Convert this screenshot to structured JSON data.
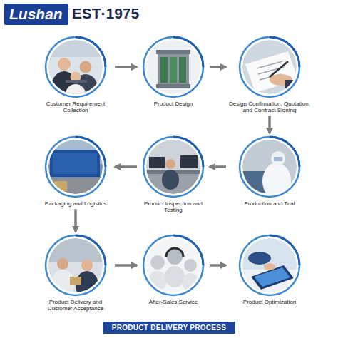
{
  "diagram": {
    "caption": "PRODUCT DELIVERY PROCESS",
    "nodes": [
      {
        "text": [
          "Customer Requirement Collection"
        ]
      },
      {
        "text": [
          "Product Design"
        ]
      },
      {
        "text": [
          "Design Confirmation, Quotation, and Contract Signing"
        ]
      },
      {
        "text": [
          "Packaging and Logistics"
        ]
      },
      {
        "text": [
          "Product Inspection and Testing"
        ]
      },
      {
        "text": [
          "Production and Trial"
        ]
      },
      {
        "text": [
          "Product Delivery and Customer Acceptance"
        ]
      },
      {
        "text": [
          "After-Sales Service"
        ]
      },
      {
        "text": [
          "Product Optimization"
        ]
      }
    ],
    "edges": [
      {
        "from": 0,
        "to": 1,
        "arrow": "to"
      },
      {
        "from": 1,
        "to": 2,
        "arrow": "to"
      },
      {
        "from": 2,
        "to": 5,
        "arrow": "to"
      },
      {
        "from": 5,
        "to": 4,
        "arrow": "to"
      },
      {
        "from": 4,
        "to": 3,
        "arrow": "to"
      },
      {
        "from": 3,
        "to": 6,
        "arrow": "to"
      },
      {
        "from": 6,
        "to": 7,
        "arrow": "to"
      },
      {
        "from": 7,
        "to": 8,
        "arrow": "to"
      }
    ],
    "labels": [
      "Lushan",
      "EST·1975"
    ]
  }
}
